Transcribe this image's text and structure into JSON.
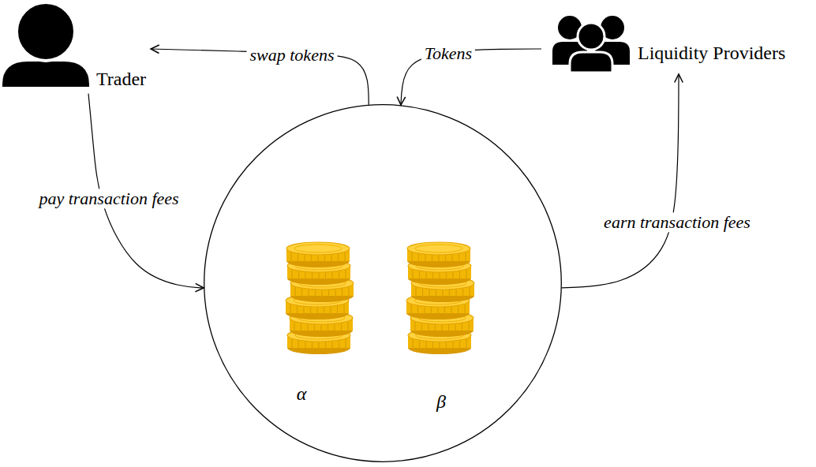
{
  "diagram": {
    "nodes": [
      {
        "text": [
          "Trader"
        ]
      },
      {
        "text": [
          "Liquidity Providers"
        ]
      },
      {
        "text": [
          "α",
          "β"
        ]
      }
    ],
    "edges": [
      {
        "from": 2,
        "to": 0,
        "label": "swap tokens",
        "arrow": "to"
      },
      {
        "from": 1,
        "to": 2,
        "label": "Tokens",
        "arrow": "to"
      },
      {
        "from": 0,
        "to": 2,
        "label": "pay transaction fees",
        "arrow": "to"
      },
      {
        "from": 2,
        "to": 1,
        "label": "earn transaction fees",
        "arrow": "to"
      }
    ]
  }
}
